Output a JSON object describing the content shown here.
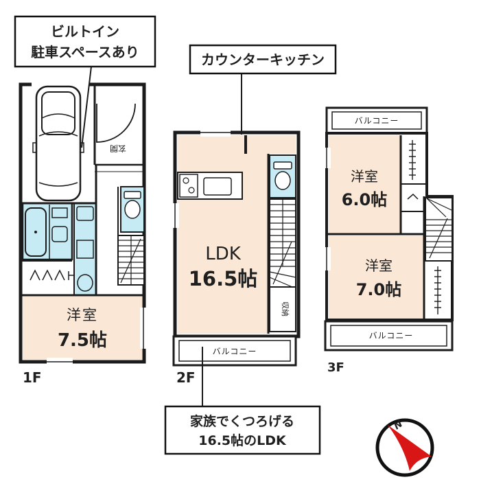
{
  "callouts": {
    "parking": {
      "line1": "ビルトイン",
      "line2": "駐車スペースあり"
    },
    "kitchen": {
      "label": "カウンターキッチン"
    },
    "ldk_note": {
      "line1": "家族でくつろげる",
      "line2": "16.5帖のLDK"
    }
  },
  "floors": {
    "f1": {
      "label": "1F",
      "room_name": "洋室",
      "room_size": "7.5帖",
      "entrance_label": "玄関"
    },
    "f2": {
      "label": "2F",
      "room_name": "LDK",
      "room_size": "16.5帖",
      "balcony_label": "バルコニー",
      "storage_label": "収納"
    },
    "f3": {
      "label": "3F",
      "room1_name": "洋室",
      "room1_size": "6.0帖",
      "room2_name": "洋室",
      "room2_size": "7.0帖",
      "balcony_top_label": "バルコニー",
      "balcony_bottom_label": "バルコニー"
    }
  },
  "compass": {
    "north_label": "N"
  },
  "colors": {
    "room_fill": "#fbe7d5",
    "wet_area_fill": "#c6ebf5",
    "wall": "#1b1b1b",
    "north_arrow_red": "#d91616"
  }
}
